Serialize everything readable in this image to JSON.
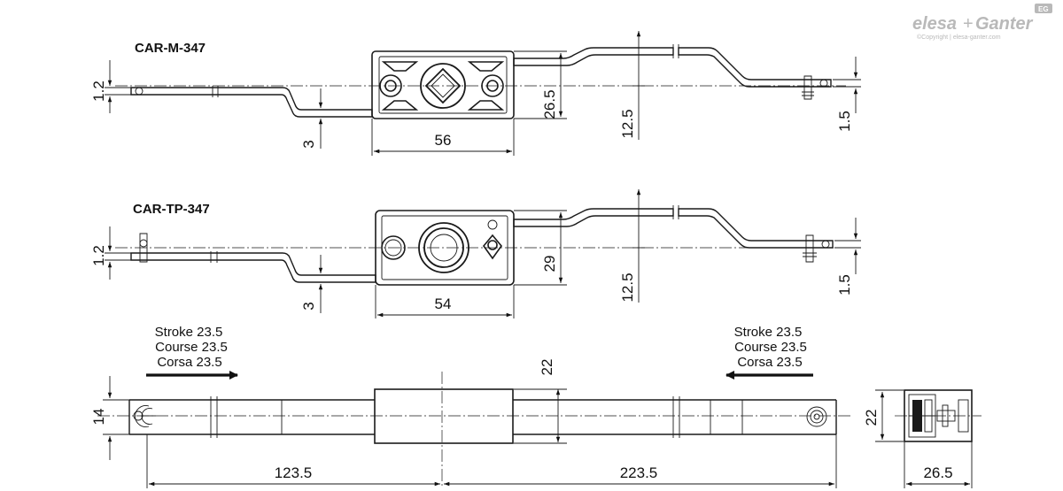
{
  "brand": {
    "name_part1": "elesa",
    "name_plus": "+",
    "name_part2": "Ganter",
    "copyright": "©Copyright | elesa-ganter.com",
    "badge": "EG"
  },
  "views": {
    "top": {
      "label": "CAR-M-347",
      "dims": {
        "width": "56",
        "height": "26.5",
        "offset": "12.5",
        "left_thick": "1.2",
        "right_thick": "1.5",
        "step": "3"
      }
    },
    "middle": {
      "label": "CAR-TP-347",
      "dims": {
        "width": "54",
        "height": "29",
        "offset": "12.5",
        "left_thick": "1.2",
        "right_thick": "1.5",
        "step": "3"
      }
    },
    "bottom": {
      "stroke_left": [
        "Stroke 23.5",
        "Course 23.5",
        "Corsa 23.5"
      ],
      "stroke_right": [
        "Stroke 23.5",
        "Course 23.5",
        "Corsa 23.5"
      ],
      "dims": {
        "bar_width": "14",
        "center_height": "22",
        "left_len": "123.5",
        "right_len": "223.5"
      }
    },
    "side": {
      "dims": {
        "height": "22",
        "width": "26.5"
      }
    }
  }
}
